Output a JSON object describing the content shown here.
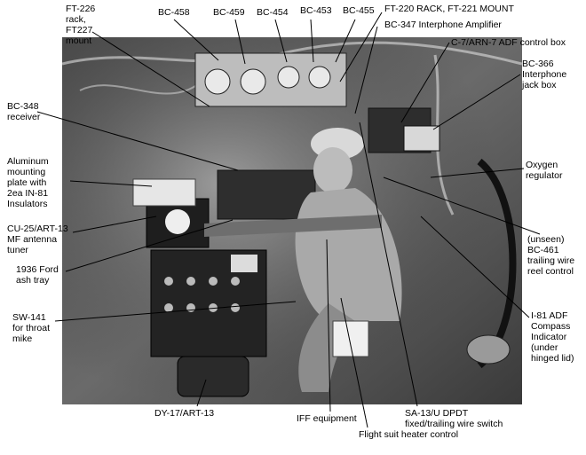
{
  "labels": {
    "ft226": "FT-226\nrack,\nFT227\nmount",
    "bc458": "BC-458",
    "bc459": "BC-459",
    "bc454": "BC-454",
    "bc453": "BC-453",
    "bc455": "BC-455",
    "ft220": "FT-220 RACK, FT-221 MOUNT",
    "bc347": "BC-347 Interphone Amplifier",
    "c7arn7": "C-7/ARN-7 ADF control box",
    "bc366": "BC-366\nInterphone\njack box",
    "bc348": "BC-348\nreceiver",
    "aluminum": "Aluminum\nmounting\nplate with\n2ea IN-81\nInsulators",
    "oxygen": "Oxygen\nregulator",
    "cu25": "CU-25/ART-13\nMF antenna\ntuner",
    "bc461": "(unseen)\nBC-461\ntrailing wire\nreel control",
    "ford": "1936 Ford\nash tray",
    "sw141": "SW-141\nfor throat\nmike",
    "i81": "I-81 ADF\nCompass\nIndicator\n(under\nhinged lid)",
    "dy17": "DY-17/ART-13",
    "iff": "IFF equipment",
    "sa13": "SA-13/U DPDT\nfixed/trailing wire switch",
    "heater": "Flight suit heater control"
  }
}
